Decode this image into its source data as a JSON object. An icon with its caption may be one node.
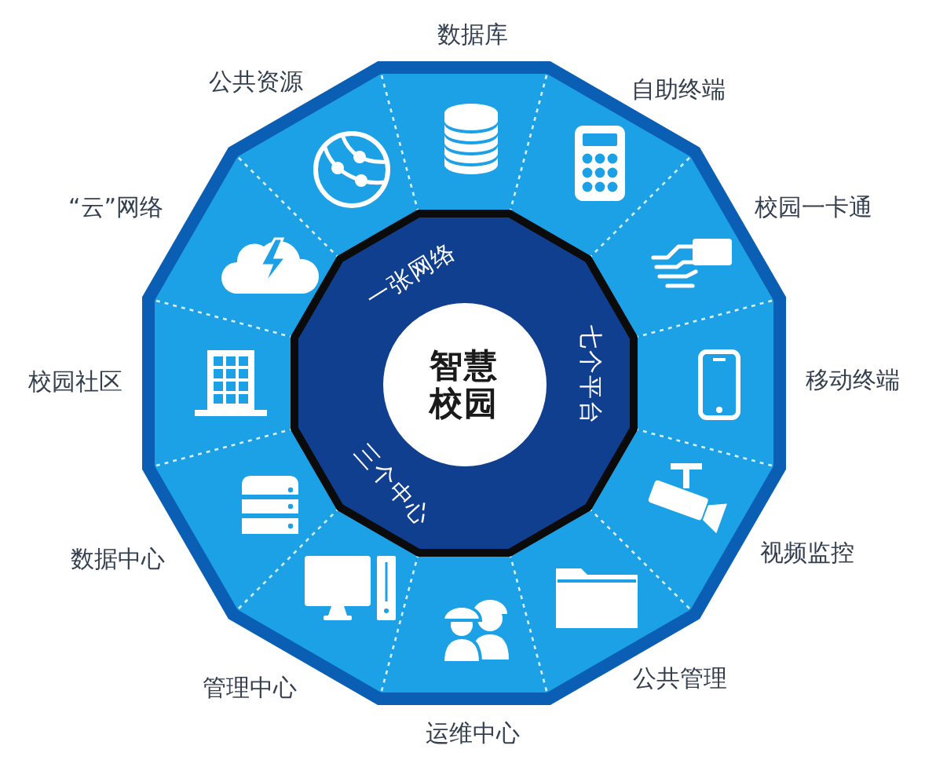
{
  "diagram": {
    "nodes": [
      {
        "text": [
          "一张网络",
          "七个平台",
          "三个中心"
        ]
      },
      {
        "text": [
          "智慧校园"
        ],
        "in": 0
      },
      {
        "text": [
          "数据库"
        ]
      },
      {
        "text": [
          "自助终端"
        ]
      },
      {
        "text": [
          "校园一卡通"
        ]
      },
      {
        "text": [
          "移动终端"
        ]
      },
      {
        "text": [
          "视频监控"
        ]
      },
      {
        "text": [
          "公共管理"
        ]
      },
      {
        "text": [
          "运维中心"
        ]
      },
      {
        "text": [
          "管理中心"
        ]
      },
      {
        "text": [
          "数据中心"
        ]
      },
      {
        "text": [
          "校园社区"
        ]
      },
      {
        "text": [
          "“云”网络"
        ]
      },
      {
        "text": [
          "公共资源"
        ]
      }
    ]
  }
}
